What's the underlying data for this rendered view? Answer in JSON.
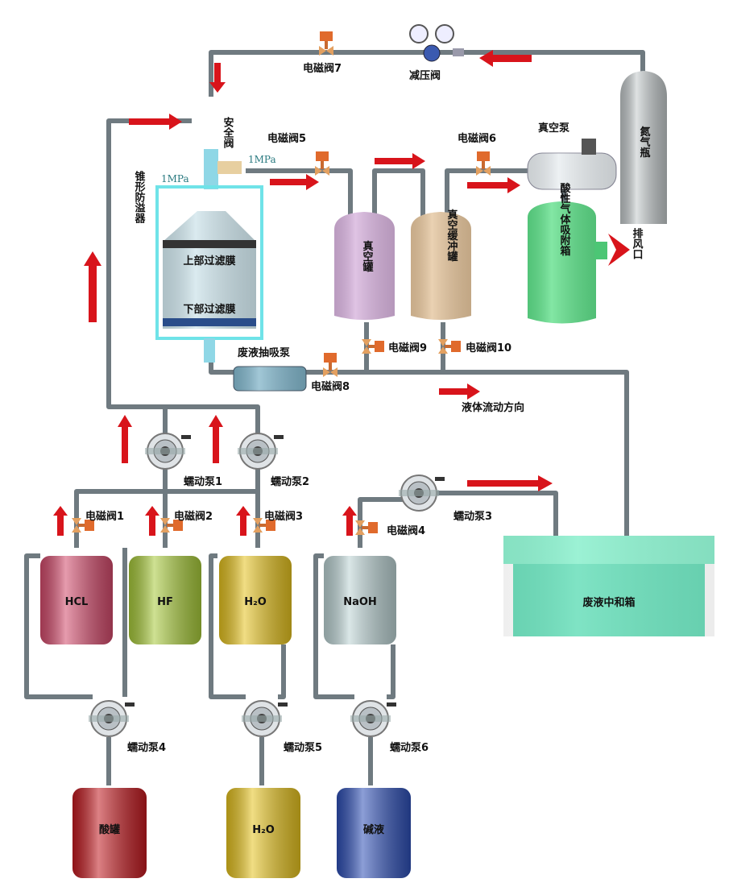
{
  "labels": {
    "valve7": "电磁阀7",
    "reducer": "减压阀",
    "nitrogen": "氮气瓶",
    "safety_valve": "安全阀",
    "mpa_a": "1MPa",
    "mpa_b": "1MPa",
    "overflow": "锥形防溢器",
    "valve5": "电磁阀5",
    "valve6": "电磁阀6",
    "vacuum_pump": "真空泵",
    "vacuum_tank": "真空罐",
    "buffer_tank": "真空缓冲罐",
    "acid_box": "酸性气体吸附箱",
    "exhaust": "排风口",
    "upper_membrane": "上部过滤膜",
    "lower_membrane": "下部过滤膜",
    "waste_pump": "废液抽吸泵",
    "valve8": "电磁阀8",
    "valve9": "电磁阀9",
    "valve10": "电磁阀10",
    "flow_dir": "液体流动方向",
    "pump1": "蠕动泵1",
    "pump2": "蠕动泵2",
    "pump3": "蠕动泵3",
    "pump4": "蠕动泵4",
    "pump5": "蠕动泵5",
    "pump6": "蠕动泵6",
    "valve1": "电磁阀1",
    "valve2": "电磁阀2",
    "valve3": "电磁阀3",
    "valve4": "电磁阀4",
    "waste_box": "废液中和箱"
  },
  "tanks": {
    "hcl": "HCL",
    "hf": "HF",
    "h2o_top": "H₂O",
    "naoh": "NaOH",
    "acid": "酸罐",
    "h2o_bottom": "H₂O",
    "alkali": "碱液"
  },
  "colors": {
    "pipe": "#6f7a80",
    "arrow": "#d8141b",
    "valve": "#e06a2c",
    "hcl": "#d24a6b",
    "hf": "#a7c93a",
    "h2o": "#e5c21f",
    "naoh": "#bcd3d4",
    "acid": "#c01a20",
    "alkali": "#2e4fb5",
    "vacuum_tank": "#d6b2dc",
    "buffer_tank": "#e4c49c",
    "acid_box": "#5fe08a",
    "waste_box": "#6fe0bd",
    "nitrogen": "#c4cacc",
    "filter_frame": "#6fe3e8"
  }
}
